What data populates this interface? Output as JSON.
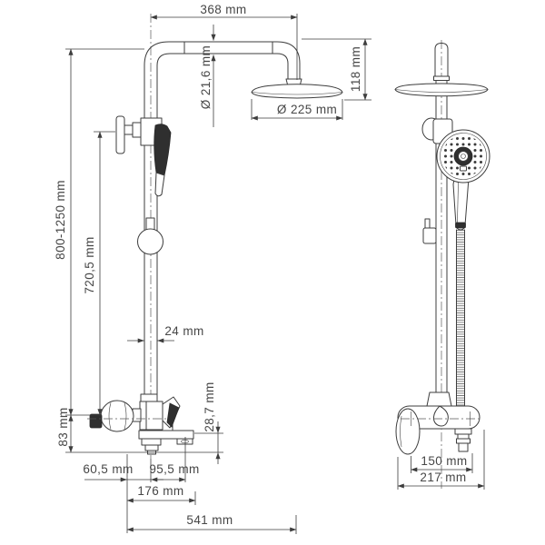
{
  "drawing": {
    "type": "technical-dimension-drawing",
    "subject": "shower-column-system",
    "views": [
      "side-view",
      "front-view"
    ]
  },
  "colors": {
    "background": "#ffffff",
    "line": "#3d3d3d",
    "text": "#464646",
    "dark_fill": "#2f2f2f"
  },
  "dims": {
    "d368": "368 mm",
    "d21_6": "Ø 21,6 mm",
    "d118": "118 mm",
    "d225": "Ø 225 mm",
    "d800_1250": "800-1250 mm",
    "d720_5": "720,5 mm",
    "d24": "24 mm",
    "d83": "83 mm",
    "d28_7": "28,7 mm",
    "d60_5": "60,5 mm",
    "d95_5": "95,5 mm",
    "d176": "176 mm",
    "d541": "541 mm",
    "d150": "150 mm",
    "d217": "217 mm"
  }
}
